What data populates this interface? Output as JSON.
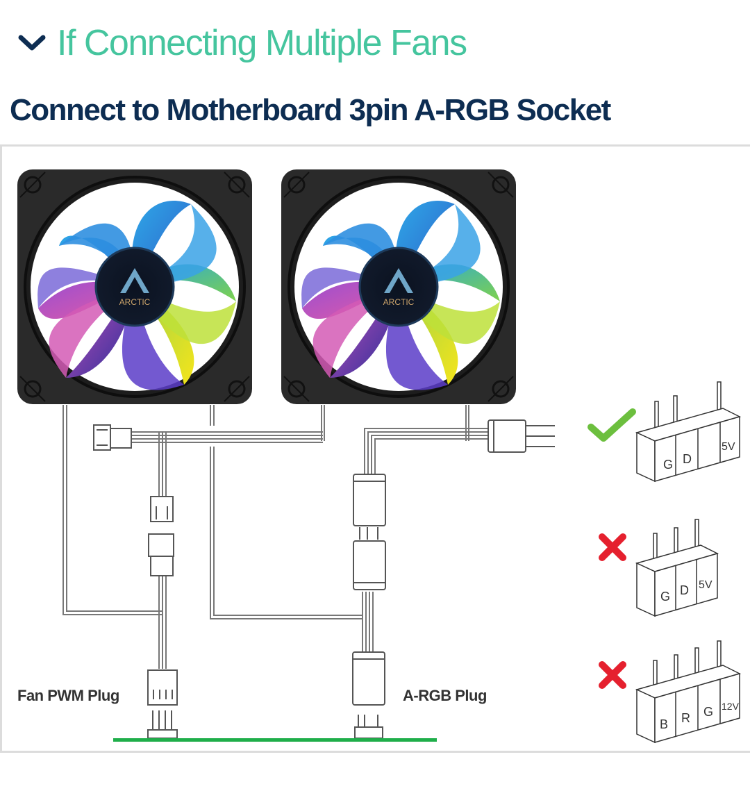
{
  "section": {
    "title": "If Connecting Multiple Fans",
    "expanded": true,
    "chevron_icon": "chevron-down-icon",
    "title_color": "#45c59e"
  },
  "subtitle": "Connect to Motherboard 3pin A-RGB Socket",
  "diagram": {
    "fans": [
      {
        "brand": "ARCTIC"
      },
      {
        "brand": "ARCTIC"
      }
    ],
    "labels": {
      "fan_pwm_plug": "Fan PWM Plug",
      "argb_plug": "A-RGB Plug"
    },
    "headers": [
      {
        "status": "correct",
        "status_icon": "checkmark-icon",
        "pins": [
          "G",
          "D",
          "",
          "5V"
        ],
        "color": "#6cbf3e"
      },
      {
        "status": "incorrect",
        "status_icon": "cross-icon",
        "pins": [
          "G",
          "D",
          "5V"
        ],
        "color": "#e5202e"
      },
      {
        "status": "incorrect",
        "status_icon": "cross-icon",
        "pins": [
          "B",
          "R",
          "G",
          "12V"
        ],
        "color": "#e5202e"
      }
    ],
    "motherboard_color": "#1fae4a"
  }
}
